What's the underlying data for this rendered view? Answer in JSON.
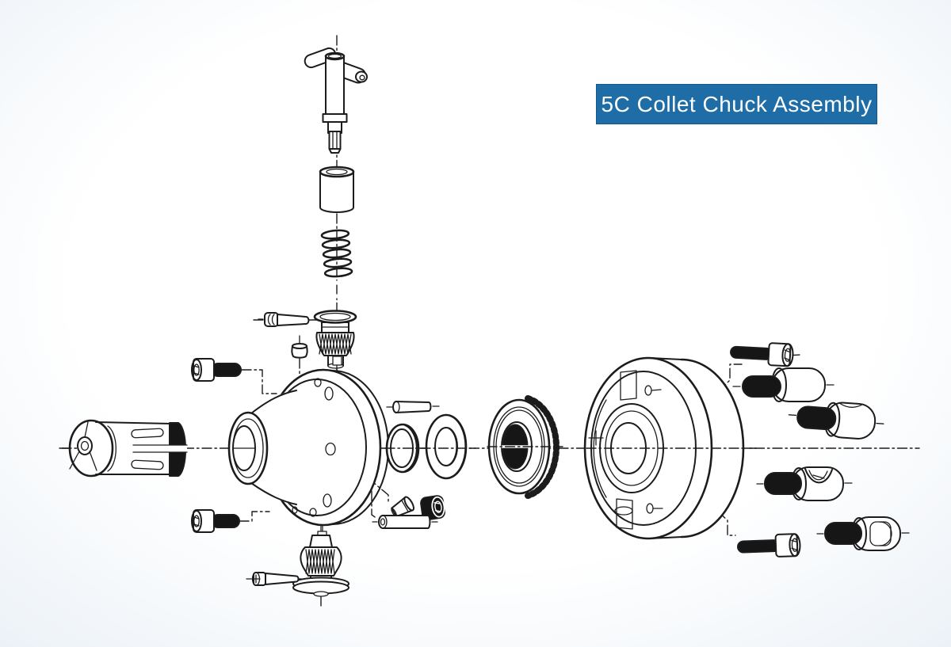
{
  "title_banner": {
    "label": "5C Collet Chuck Assembly",
    "background": "#1f6da6",
    "border_color": "#14578e",
    "text_color": "#ffffff"
  },
  "colors": {
    "line": "#1c1c1c",
    "part_fill": "#ffffff",
    "background_center": "#ffffff",
    "background_mid": "#ccdbe9",
    "background_corner": "#a7c2dc"
  },
  "diagram": {
    "kind": "exploded-view-technical-illustration",
    "parts": [
      "t-handle-wrench",
      "sleeve-cylinder",
      "compression-spring",
      "retaining-clip",
      "knurled-knob-top",
      "dowel-pin-top",
      "barrel-nut",
      "socket-head-screw-upper-left",
      "socket-head-screw-lower-left",
      "5c-collet",
      "spindle-body",
      "retaining-ring",
      "flat-washer",
      "dowel-pin-middle",
      "ring-gear",
      "cam-housing",
      "socket-head-screw-upper-right",
      "socket-head-screw-lower-right",
      "cam-pin-straight",
      "cam-pin-notched",
      "cam-pin-crescent",
      "cam-pin-slotted",
      "taper-plug-screw",
      "knurled-set-screw",
      "dowel-pin-lower-middle",
      "knurled-knob-bottom",
      "dowel-pin-lower-left"
    ]
  }
}
